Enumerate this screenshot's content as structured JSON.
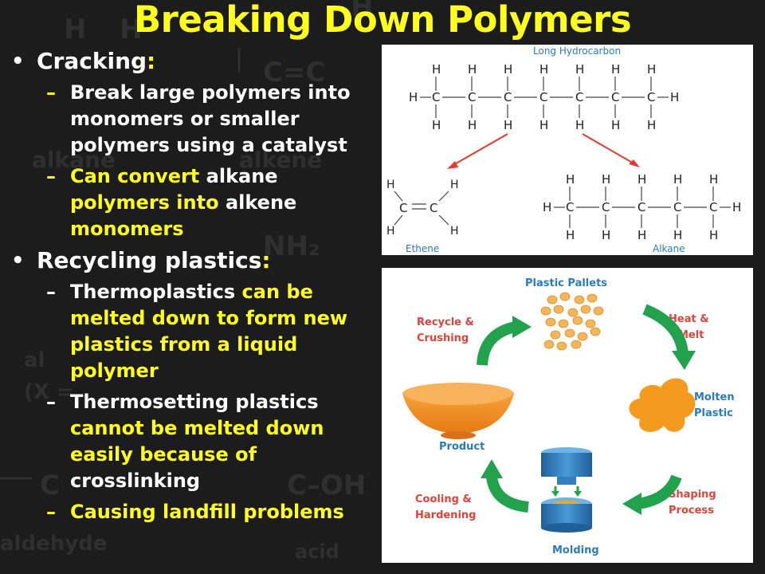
{
  "slide": {
    "title": "Breaking Down Polymers",
    "bullets": [
      {
        "label": "Cracking",
        "colon": ":",
        "subs": [
          [
            {
              "t": "Break large polymers into monomers or smaller polymers using a catalyst",
              "c": "w"
            }
          ],
          [
            {
              "t": "Can convert ",
              "c": "y"
            },
            {
              "t": "alkane ",
              "c": "w"
            },
            {
              "t": "polymers into ",
              "c": "y"
            },
            {
              "t": "alkene ",
              "c": "w"
            },
            {
              "t": "monomers",
              "c": "y"
            }
          ]
        ]
      },
      {
        "label": "Recycling plastics",
        "colon": ":",
        "subs": [
          [
            {
              "t": "Thermoplastics ",
              "c": "w"
            },
            {
              "t": "can be melted down to form new plastics from a liquid polymer",
              "c": "y"
            }
          ],
          [
            {
              "t": "Thermosetting plastics ",
              "c": "w"
            },
            {
              "t": "cannot be melted down easily because of ",
              "c": "y"
            },
            {
              "t": "crosslinking",
              "c": "w"
            }
          ],
          [
            {
              "t": "Causing landfill problems",
              "c": "y"
            }
          ]
        ]
      }
    ]
  },
  "hydrocarbon_figure": {
    "title": "Long Hydrocarbon",
    "left_product": "Ethene",
    "right_product": "Alkane"
  },
  "recycling_figure": {
    "pallets": "Plastic Pallets",
    "heat": [
      "Heat &",
      "Melt"
    ],
    "molten": [
      "Molten",
      "Plastic"
    ],
    "shaping": [
      "Shaping",
      "Process"
    ],
    "molding": "Molding",
    "cooling": [
      "Cooling &",
      "Hardening"
    ],
    "product": "Product",
    "recycle": [
      "Recycle &",
      "Crushing"
    ]
  },
  "colors": {
    "accent_yellow": "#ffff1e",
    "label_red": "#e0433a",
    "label_blue": "#2a7bbd",
    "arrow_green": "#23a24d",
    "arrow_red": "#e23b2e",
    "pellet_orange": "#f5b65a",
    "mold_blue": "#2f7fc1"
  }
}
